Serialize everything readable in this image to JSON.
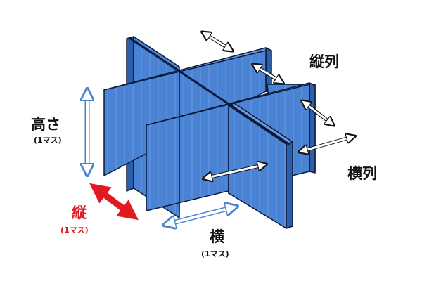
{
  "colors": {
    "panel_face": "#4a82d4",
    "panel_edge": "#2c5fa8",
    "panel_stripe": "#6c9ae0",
    "outline": "#0b1a3a",
    "accent_red": "#e11a22",
    "light_arrow": "#4a86d0"
  },
  "labels": {
    "height": "高さ",
    "height_unit": "(1マス)",
    "vertical": "縦",
    "vertical_unit": "(1マス)",
    "horizontal": "横",
    "horizontal_unit": "(1マス)",
    "vertical_column": "縦列",
    "horizontal_column": "横列"
  }
}
